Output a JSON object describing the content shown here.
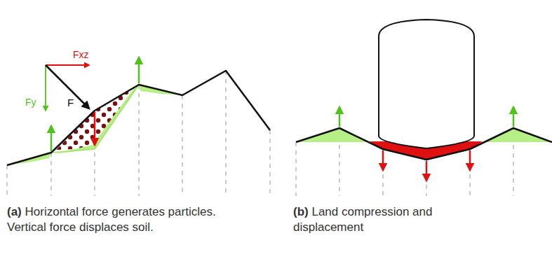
{
  "diagram": {
    "labels": [
      "Fxz",
      "Fy",
      "F",
      "(a)",
      "Horizontal force generates particles. Vertical force displaces soil.",
      "(b)",
      "Land compression and displacement"
    ]
  }
}
